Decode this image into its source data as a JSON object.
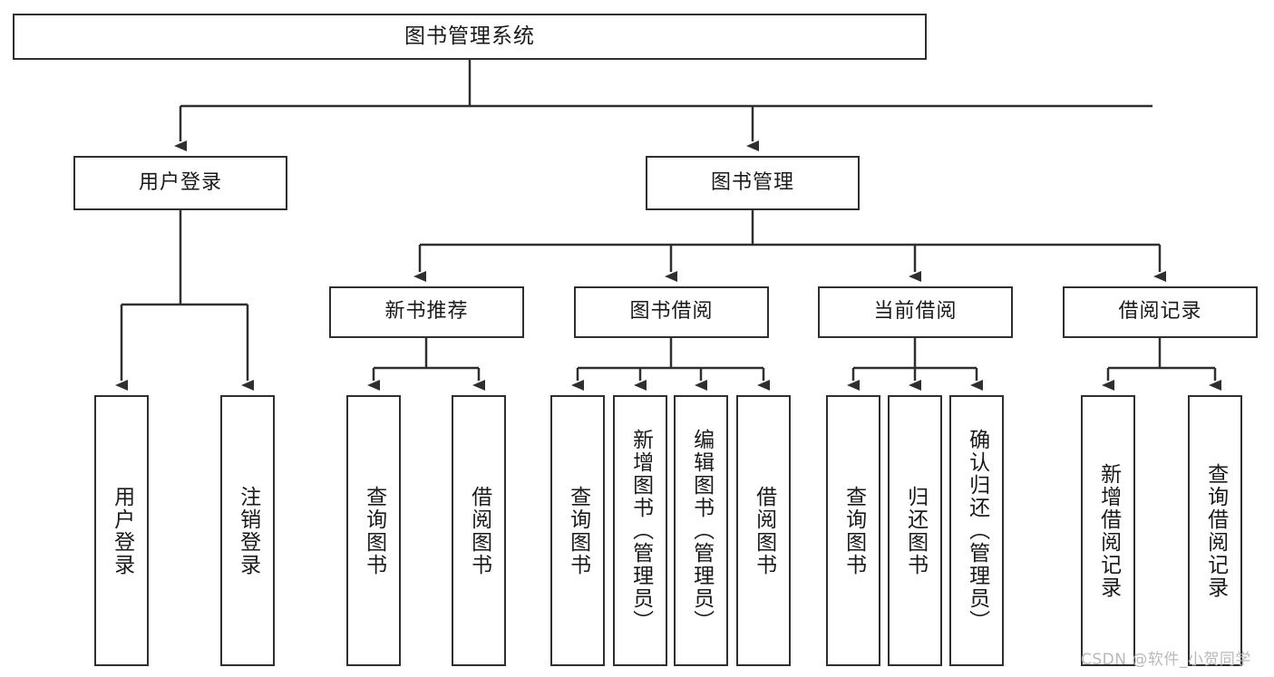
{
  "diagram": {
    "title": "图书管理系统",
    "type": "hierarchy-tree",
    "watermark": "CSDN @软件_小贺同学",
    "colors": {
      "box_border": "#2f2f2f",
      "box_fill": "#ffffff",
      "connector": "#2f2f2f",
      "text": "#1a1a1a",
      "watermark": "#b9b9b9",
      "background": "#ffffff"
    },
    "nodes": {
      "root": {
        "label": "图书管理系统",
        "orientation": "horizontal",
        "level": 0
      },
      "level1": [
        {
          "id": "user-login",
          "label": "用户登录",
          "orientation": "horizontal"
        },
        {
          "id": "book-manage",
          "label": "图书管理",
          "orientation": "horizontal"
        }
      ],
      "level2": [
        {
          "id": "new-book-recommend",
          "label": "新书推荐",
          "orientation": "horizontal",
          "parent": "book-manage"
        },
        {
          "id": "book-borrow",
          "label": "图书借阅",
          "orientation": "horizontal",
          "parent": "book-manage"
        },
        {
          "id": "current-borrow",
          "label": "当前借阅",
          "orientation": "horizontal",
          "parent": "book-manage"
        },
        {
          "id": "borrow-record",
          "label": "借阅记录",
          "orientation": "horizontal",
          "parent": "book-manage"
        }
      ],
      "leaves": {
        "user_login": [
          {
            "id": "leaf-user-login",
            "label": "用户登录",
            "orientation": "vertical"
          },
          {
            "id": "leaf-logout-login",
            "label": "注销登录",
            "orientation": "vertical"
          }
        ],
        "new_book_recommend": [
          {
            "id": "leaf-query-book-1",
            "label": "查询图书",
            "orientation": "vertical"
          },
          {
            "id": "leaf-borrow-book-1",
            "label": "借阅图书",
            "orientation": "vertical"
          }
        ],
        "book_borrow": [
          {
            "id": "leaf-query-book-2",
            "label": "查询图书",
            "orientation": "vertical"
          },
          {
            "id": "leaf-add-book",
            "label": "新增图书（管理员）",
            "orientation": "vertical"
          },
          {
            "id": "leaf-edit-book",
            "label": "编辑图书（管理员）",
            "orientation": "vertical"
          },
          {
            "id": "leaf-borrow-book-2",
            "label": "借阅图书",
            "orientation": "vertical"
          }
        ],
        "current_borrow": [
          {
            "id": "leaf-query-book-3",
            "label": "查询图书",
            "orientation": "vertical"
          },
          {
            "id": "leaf-return-book",
            "label": "归还图书",
            "orientation": "vertical"
          },
          {
            "id": "leaf-confirm-return",
            "label": "确认归还（管理员）",
            "orientation": "vertical"
          }
        ],
        "borrow_record": [
          {
            "id": "leaf-add-record",
            "label": "新增借阅记录",
            "orientation": "vertical"
          },
          {
            "id": "leaf-query-record",
            "label": "查询借阅记录",
            "orientation": "vertical"
          }
        ]
      }
    }
  }
}
